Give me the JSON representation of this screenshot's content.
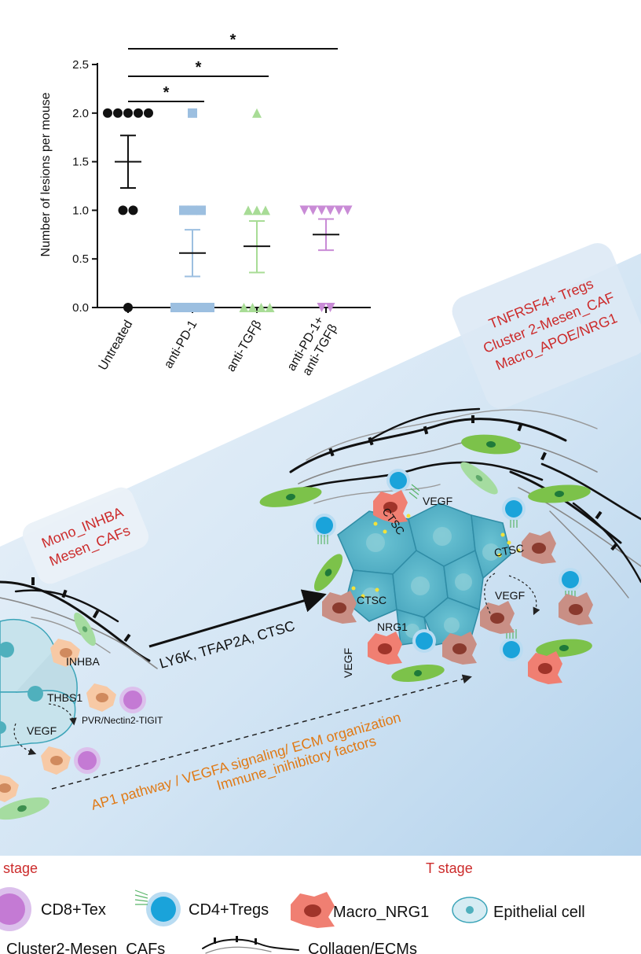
{
  "chart_data": {
    "type": "scatter",
    "title": "",
    "xlabel": "",
    "ylabel": "Number of lesions per mouse",
    "ylim": [
      0,
      2.5
    ],
    "yticks": [
      "0.0",
      "0.5",
      "1.0",
      "1.5",
      "2.0",
      "2.5"
    ],
    "categories": [
      "Untreated",
      "anti-PD-1",
      "anti-TGFβ",
      "anti-PD-1+\nanti-TGFβ"
    ],
    "series": [
      {
        "category": "Untreated",
        "marker": "circle",
        "color": "#111111",
        "points": [
          2,
          2,
          2,
          2,
          2,
          1,
          1,
          0
        ],
        "mean": 1.5,
        "sem": [
          1.23,
          1.77
        ]
      },
      {
        "category": "anti-PD-1",
        "marker": "square",
        "color": "#9cbfe0",
        "points": [
          2,
          1,
          1,
          1,
          0,
          0,
          0,
          0,
          0
        ],
        "mean": 0.56,
        "sem": [
          0.32,
          0.8
        ]
      },
      {
        "category": "anti-TGFβ",
        "marker": "triangle",
        "color": "#a8dc96",
        "points": [
          2,
          1,
          1,
          1,
          0,
          0,
          0,
          0
        ],
        "mean": 0.63,
        "sem": [
          0.36,
          0.89
        ]
      },
      {
        "category": "anti-PD-1+\nanti-TGFβ",
        "marker": "triangle-down",
        "color": "#c98bd6",
        "points": [
          1,
          1,
          1,
          1,
          1,
          1,
          0,
          0
        ],
        "mean": 0.75,
        "sem": [
          0.59,
          0.91
        ]
      }
    ],
    "significance": [
      {
        "from": "Untreated",
        "to": "anti-PD-1",
        "label": "*"
      },
      {
        "from": "Untreated",
        "to": "anti-TGFβ",
        "label": "*"
      },
      {
        "from": "Untreated",
        "to": "anti-PD-1+\nanti-TGFβ",
        "label": "*"
      }
    ]
  },
  "schematic": {
    "colors": {
      "background_top": "#e4eef7",
      "background_bottom": "#b9d6ee",
      "red_text": "#cc2b2b",
      "orange_text": "#e07a16",
      "epithelial": "#5bb5c8",
      "macro": "#f08478",
      "caf": "#7cc24a",
      "treg": "#1aa3da",
      "cd8": "#c47ad4"
    },
    "boxes": {
      "t_stage_box": [
        "TNFRSF4+ Tregs",
        "Cluster 2-Mesen_CAF",
        "Macro_APOE/NRG1"
      ],
      "early_box": [
        "Mono_INHBA",
        "Mesen_CAFs"
      ]
    },
    "labels": {
      "vegf_top": "VEGF",
      "ctsc_1": "CTSC",
      "ctsc_2": "CTSC",
      "ctsc_3": "CTSC",
      "vegf_right": "VEGF",
      "nrg1": "NRG1",
      "vegf_rot": "VEGF",
      "arrow_genes": "LY6K, TFAP2A, CTSC",
      "inhba": "INHBA",
      "thbs1": "THBS1",
      "vegf_left": "VEGF",
      "pvr": "PVR/Nectin2-TIGIT",
      "pathway_1": "AP1 pathway / VEGFA signaling/ ECM organization",
      "pathway_2": "Immune_inihibitory factors"
    },
    "stages": {
      "left": "I stage",
      "right": "T stage"
    },
    "legend": {
      "cd8": "CD8+Tex",
      "cd4": "CD4+Tregs",
      "macro": "Macro_NRG1",
      "epithelial": "Epithelial cell",
      "caf": "Cluster2-Mesen_CAFs",
      "collagen": "Collagen/ECMs"
    }
  }
}
